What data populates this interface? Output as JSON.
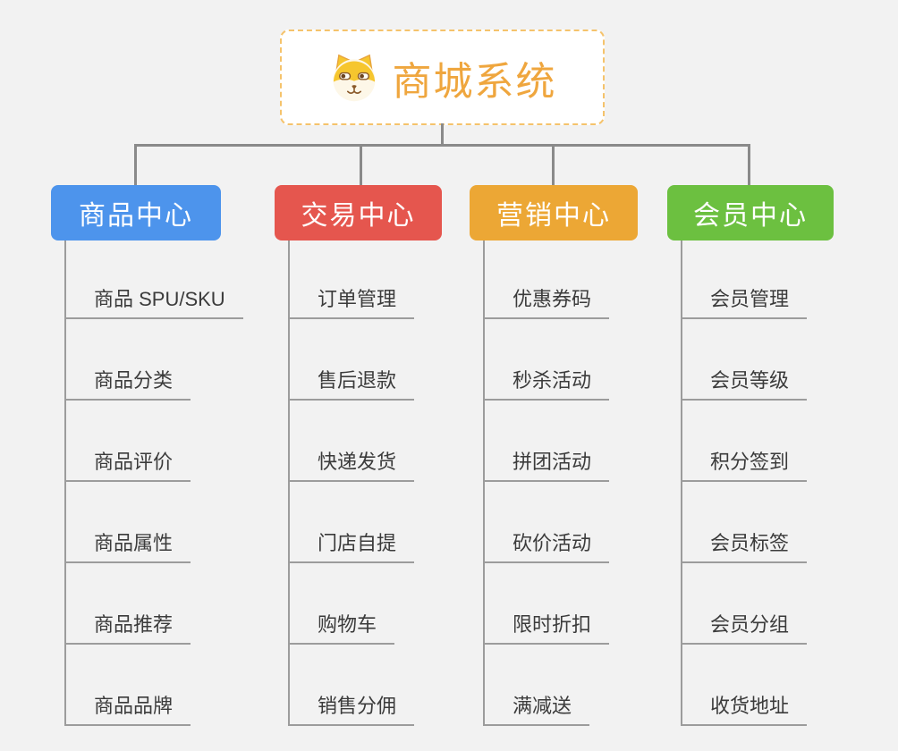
{
  "root": {
    "title": "商城系统",
    "icon": "shiba-dog-icon"
  },
  "branches": [
    {
      "label": "商品中心",
      "color": "#4d94ec",
      "children": [
        "商品 SPU/SKU",
        "商品分类",
        "商品评价",
        "商品属性",
        "商品推荐",
        "商品品牌"
      ]
    },
    {
      "label": "交易中心",
      "color": "#e5564e",
      "children": [
        "订单管理",
        "售后退款",
        "快递发货",
        "门店自提",
        "购物车",
        "销售分佣"
      ]
    },
    {
      "label": "营销中心",
      "color": "#eca735",
      "children": [
        "优惠券码",
        "秒杀活动",
        "拼团活动",
        "砍价活动",
        "限时折扣",
        "满减送"
      ]
    },
    {
      "label": "会员中心",
      "color": "#6cc040",
      "children": [
        "会员管理",
        "会员等级",
        "积分签到",
        "会员标签",
        "会员分组",
        "收货地址"
      ]
    }
  ],
  "colors": {
    "root_accent": "#efa63e",
    "root_border": "#f5c36c",
    "connector": "#8a8a8a",
    "child_line": "#9c9c9c",
    "child_text": "#3b3b3b",
    "background": "#f2f2f2"
  }
}
